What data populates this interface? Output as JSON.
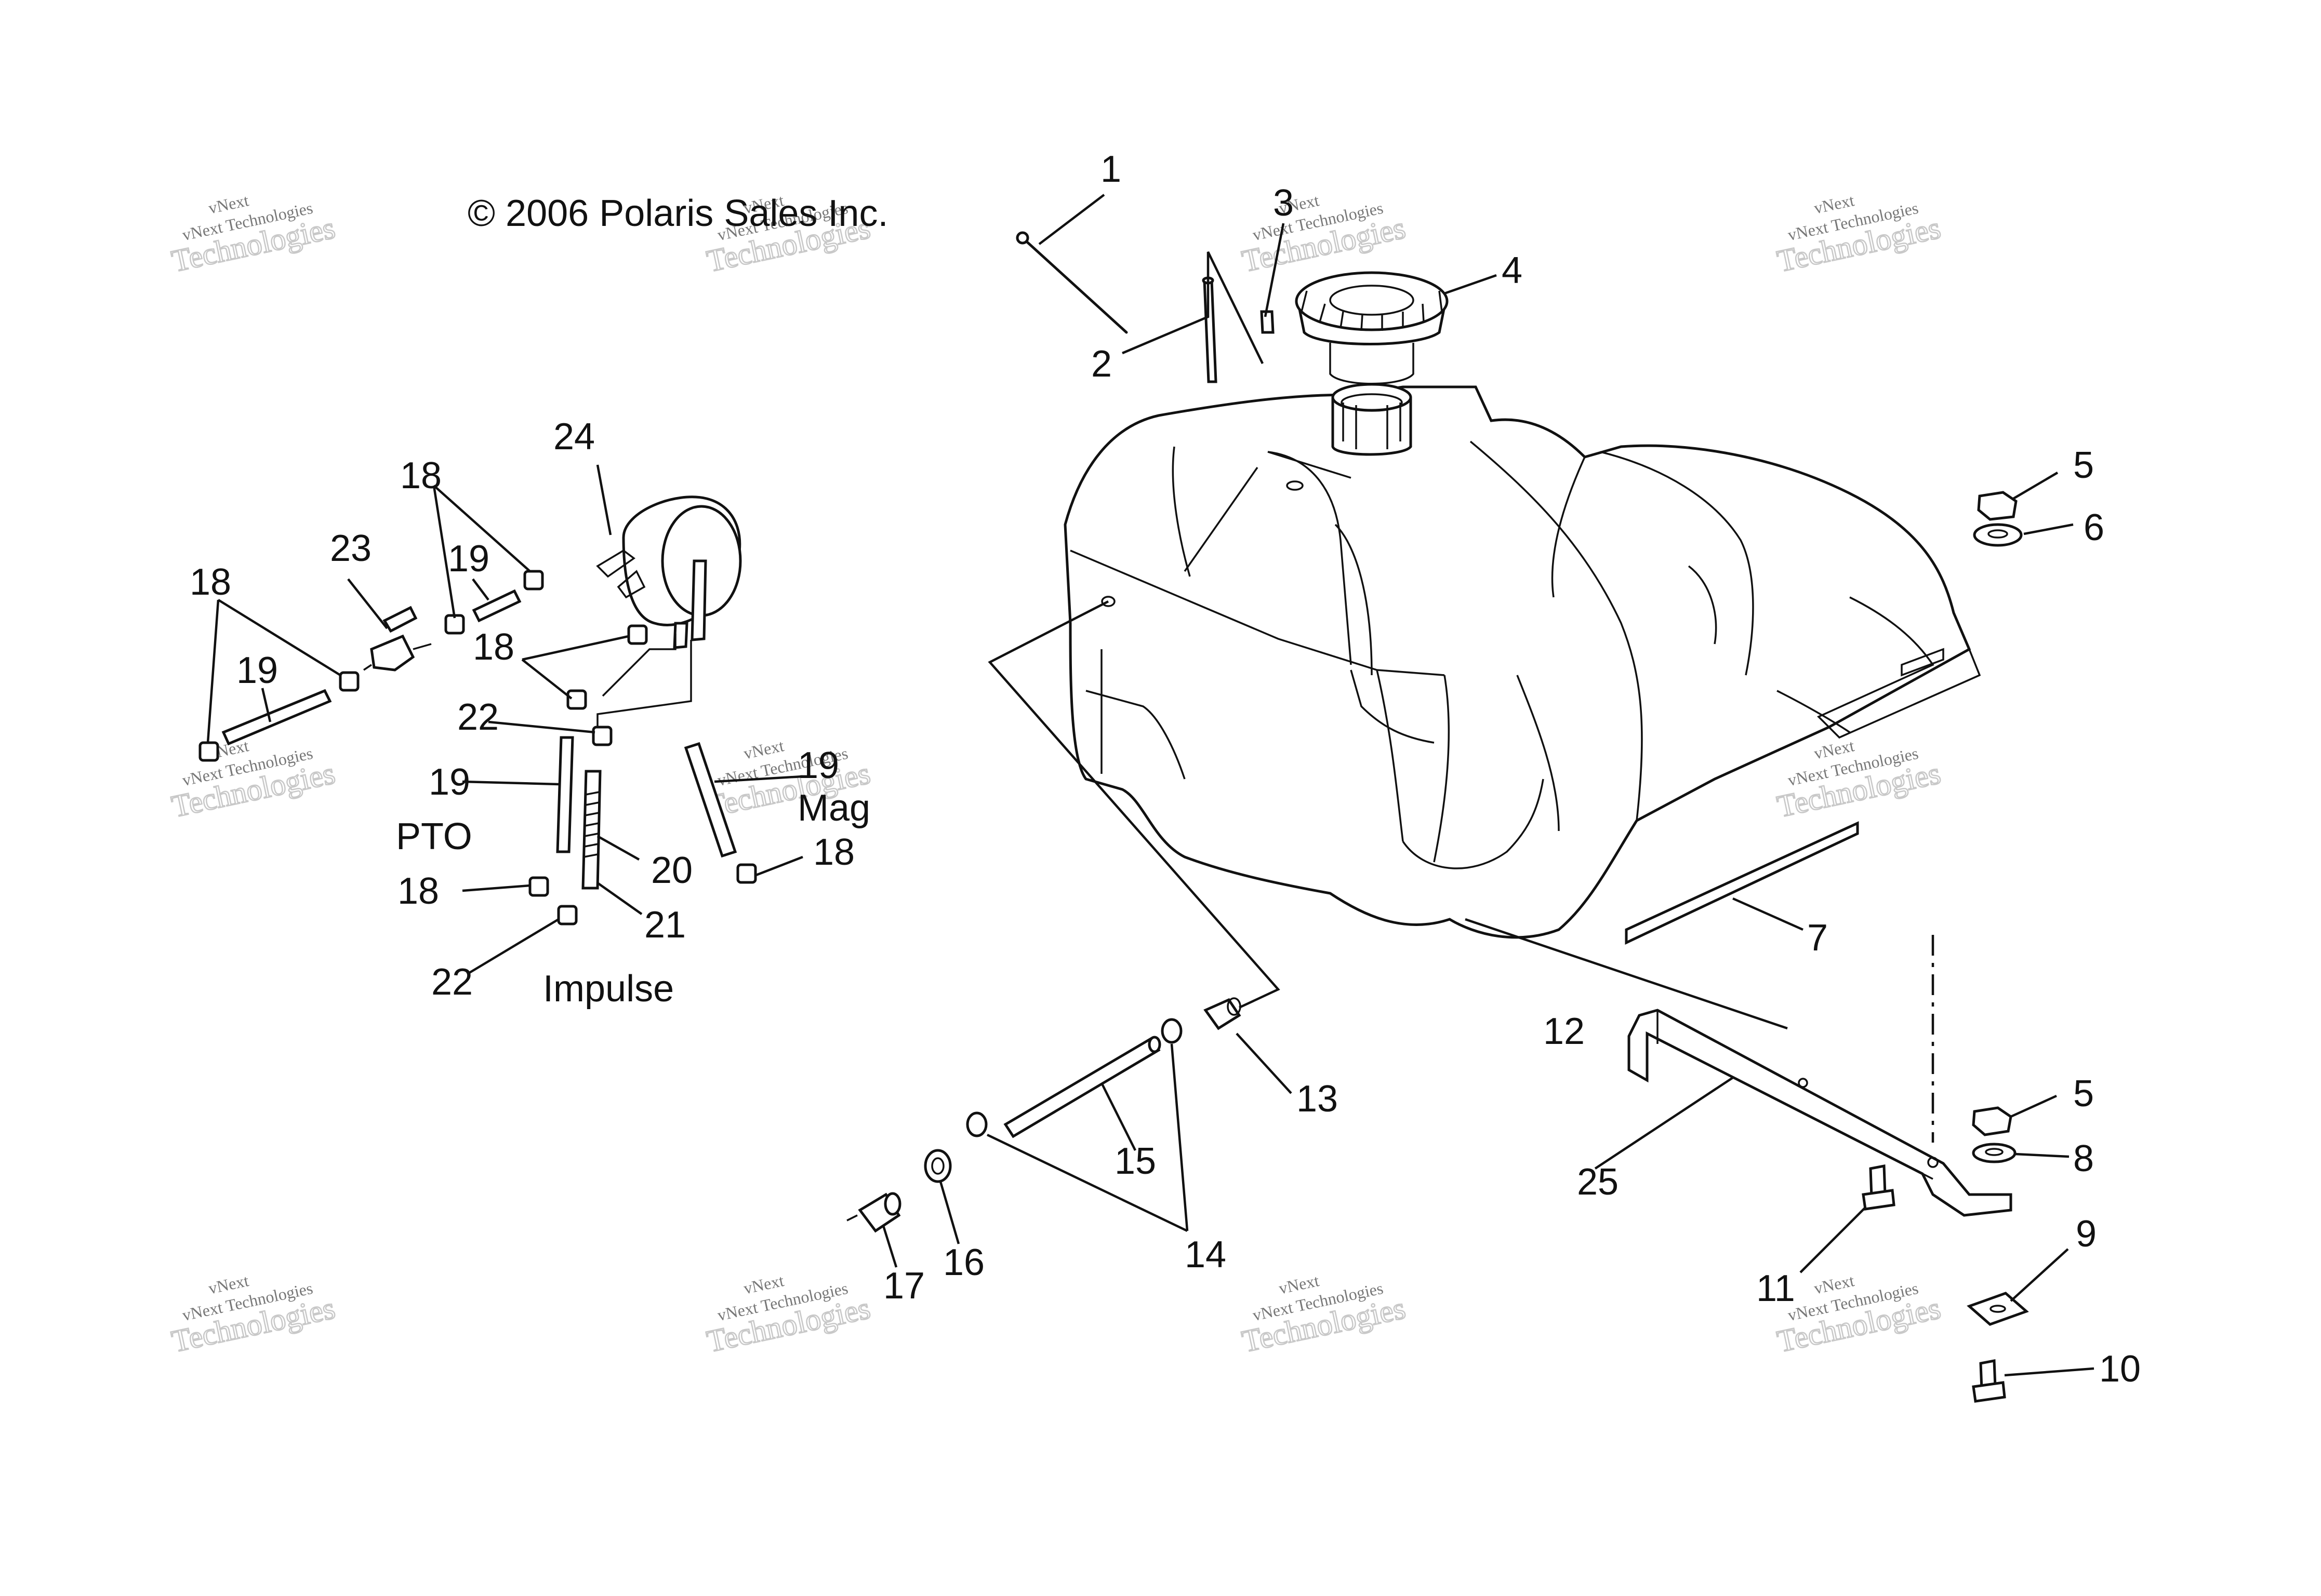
{
  "copyright": "© 2006 Polaris Sales Inc.",
  "watermark": {
    "line1": "vNext",
    "line2": "vNext Technologies",
    "line3": "Technologies"
  },
  "labels": {
    "pto": "PTO",
    "mag": "Mag",
    "impulse": "Impulse"
  },
  "callouts": {
    "c1": "1",
    "c2": "2",
    "c3": "3",
    "c4": "4",
    "c5a": "5",
    "c5b": "5",
    "c6": "6",
    "c7": "7",
    "c8": "8",
    "c9": "9",
    "c10": "10",
    "c11": "11",
    "c12": "12",
    "c13": "13",
    "c14": "14",
    "c15": "15",
    "c16": "16",
    "c17": "17",
    "c18a": "18",
    "c18b": "18",
    "c18c": "18",
    "c18d": "18",
    "c18e": "18",
    "c19a": "19",
    "c19b": "19",
    "c19c": "19",
    "c19d": "19",
    "c20": "20",
    "c21": "21",
    "c22a": "22",
    "c22b": "22",
    "c23": "23",
    "c24": "24",
    "c25": "25"
  }
}
